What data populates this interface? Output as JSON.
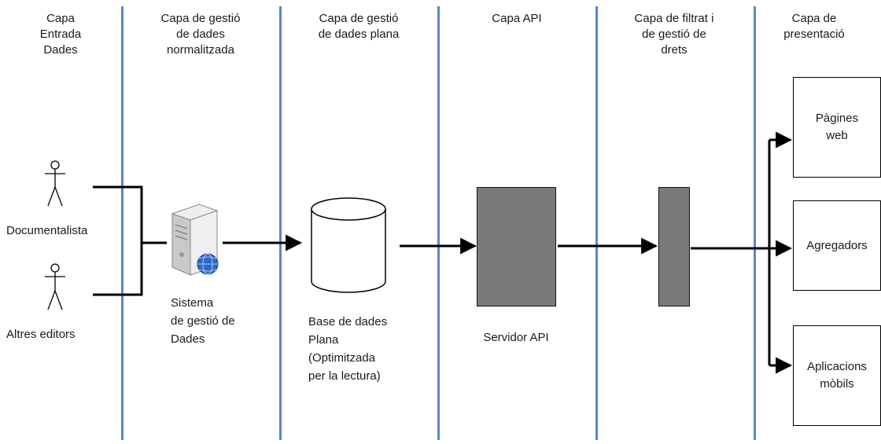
{
  "lanes": [
    {
      "title": "Capa\nEntrada\nDades"
    },
    {
      "title": "Capa de gestió\nde dades\nnormalitzada"
    },
    {
      "title": "Capa de gestió\nde dades plana"
    },
    {
      "title": "Capa API"
    },
    {
      "title": "Capa de filtrat i\nde gestió de\ndrets"
    },
    {
      "title": "Capa de\npresentació"
    }
  ],
  "actors": [
    {
      "label": "Documentalista"
    },
    {
      "label": "Altres editors"
    }
  ],
  "nodes": {
    "server": {
      "label": "Sistema\nde gestió de\nDades"
    },
    "database": {
      "label": "Base de dades\nPlana\n(Optimitzada\nper la lectura)"
    },
    "api": {
      "label": "Servidor API"
    },
    "filter": {
      "label": ""
    }
  },
  "outputs": [
    {
      "label": "Pàgines\nweb"
    },
    {
      "label": "Agregadors"
    },
    {
      "label": "Aplicacions\nmòbils"
    }
  ],
  "colors": {
    "lane_separator": "#5b86c5",
    "dark_box": "#7a7a7a"
  }
}
